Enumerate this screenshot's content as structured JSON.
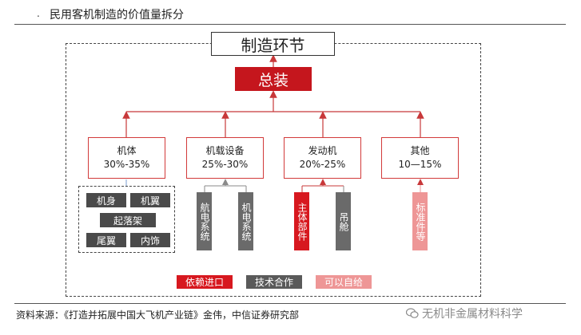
{
  "header": {
    "marker": ".",
    "title": "民用客机制造的价值量拆分"
  },
  "diagram": {
    "stage_title": "制造环节",
    "assembly": "总装",
    "categories": [
      {
        "name": "机体",
        "share": "30%-35%"
      },
      {
        "name": "机载设备",
        "share": "25%-30%"
      },
      {
        "name": "发动机",
        "share": "20%-25%"
      },
      {
        "name": "其他",
        "share": "10—15%"
      }
    ],
    "airframe_parts": [
      "机身",
      "机翼",
      "起落架",
      "尾翼",
      "内饰"
    ],
    "equipment_parts": [
      "航电系统",
      "机电系统"
    ],
    "engine_parts": [
      "主体部件",
      "吊舱"
    ],
    "other_parts": [
      "标准件等"
    ]
  },
  "legend": {
    "import": "依赖进口",
    "cooperation": "技术合作",
    "self": "可以自给"
  },
  "colors": {
    "import": "#d7181f",
    "cooperation": "#5a5a5a",
    "self": "#ee9696",
    "line_red": "#c8383a",
    "line_gray": "#9a9a9a"
  },
  "footer": {
    "source": "资料来源：《打造并拓展中国大飞机产业链》金伟，中信证券研究部",
    "watermark": "无机非金属材料科学"
  }
}
